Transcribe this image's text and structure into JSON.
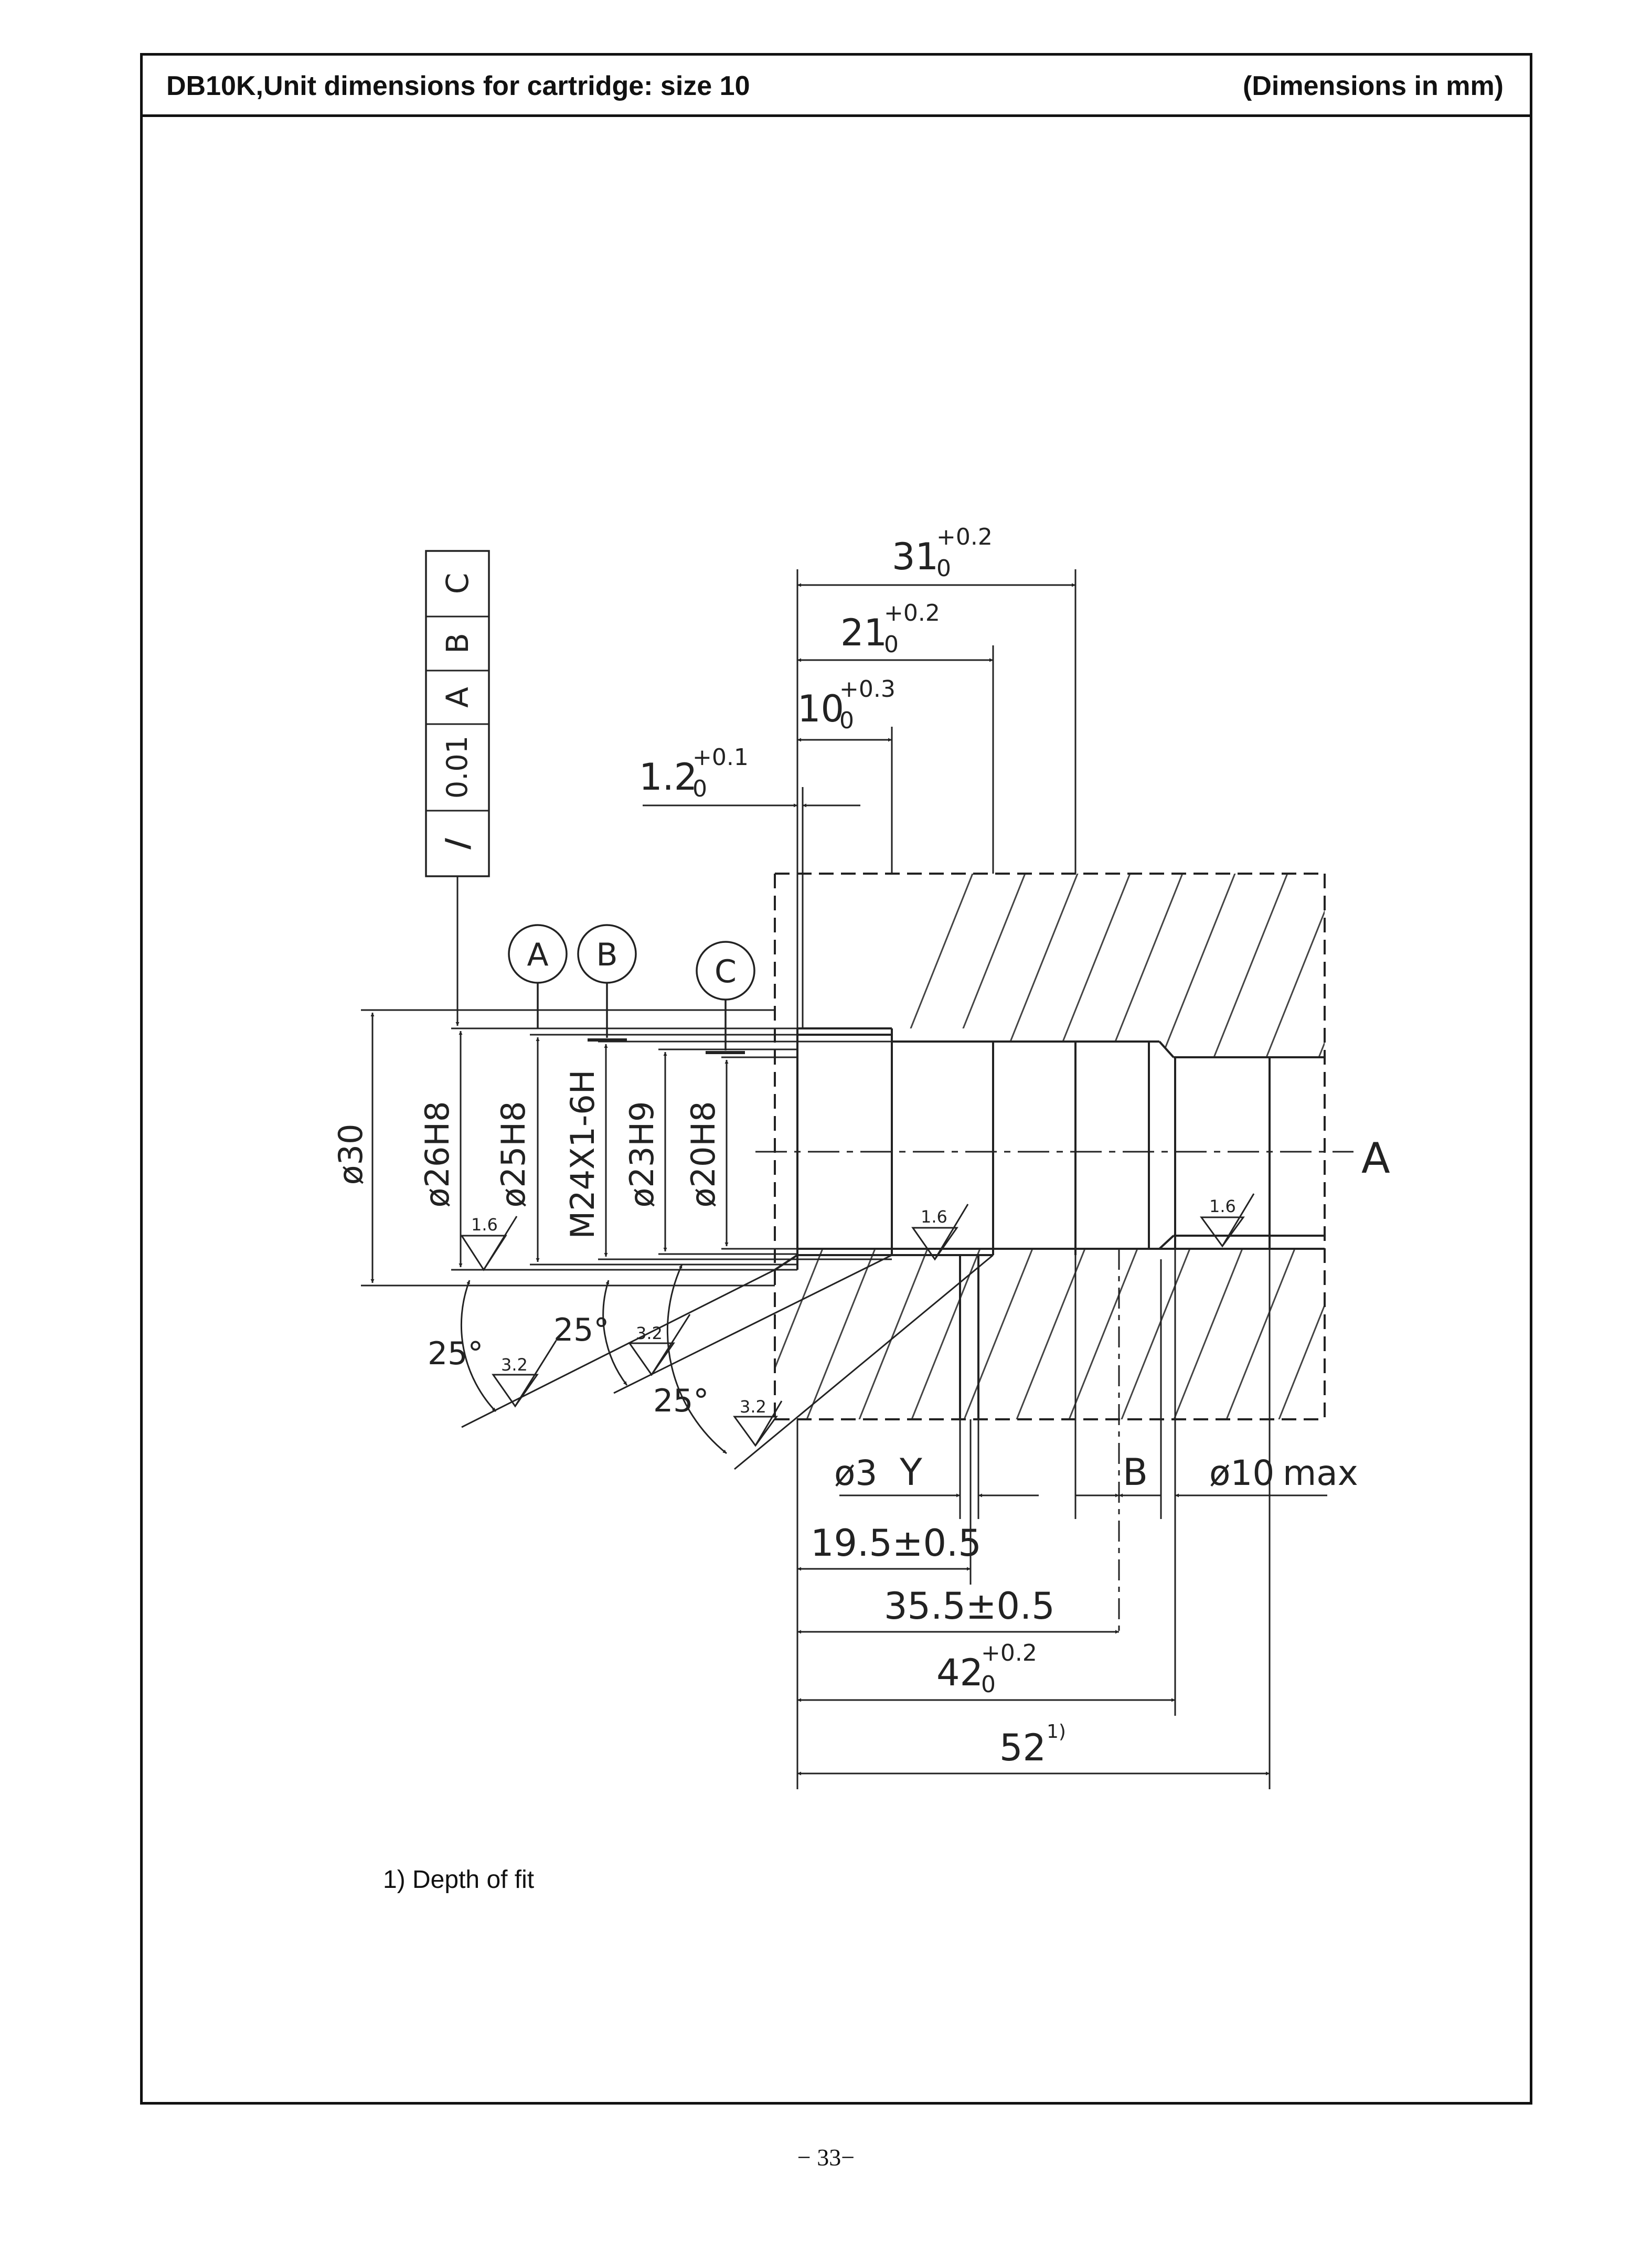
{
  "header": {
    "title": "DB10K,Unit dimensions for cartridge: size 10",
    "units": "(Dimensions in mm)"
  },
  "drawing": {
    "dimensions": {
      "d31": "31",
      "d31_tol_upper": "+0.2",
      "d31_tol_lower": "0",
      "d21": "21",
      "d21_tol_upper": "+0.2",
      "d21_tol_lower": "0",
      "d10": "10",
      "d10_tol_upper": "+0.3",
      "d10_tol_lower": "0",
      "d12": "1.2",
      "d12_tol_upper": "+0.1",
      "d12_tol_lower": "0",
      "d42": "42",
      "d42_tol_upper": "+0.2",
      "d42_tol_lower": "0",
      "d52": "52",
      "d52_sup": "1)",
      "d19_5": "19.5±0.5",
      "d35_5": "35.5±0.5",
      "dia3": "ø3",
      "dia10": "ø10",
      "dia10_max": "max"
    },
    "diameters": {
      "d30": "ø30",
      "d26": "ø26H8",
      "d25": "ø25H8",
      "m24": "M24X1-6H",
      "d23": "ø23H9",
      "d20": "ø20H8"
    },
    "datums": {
      "a": "A",
      "b": "B",
      "c": "C",
      "axis": "A",
      "y_port": "Y",
      "b_port": "B"
    },
    "tolerance_frame": {
      "symbol": "/",
      "value": "0.01",
      "datum1": "A",
      "datum2": "B",
      "datum3": "C"
    },
    "angles": {
      "a1": "25°",
      "a2": "25°",
      "a3": "25°"
    },
    "surface_finish": {
      "s1": "1.6",
      "s2": "1.6",
      "s3": "1.6",
      "s4": "3.2",
      "s5": "3.2",
      "s6": "3.2"
    }
  },
  "footnote": "1) Depth of fit",
  "page_number": "− 33−"
}
